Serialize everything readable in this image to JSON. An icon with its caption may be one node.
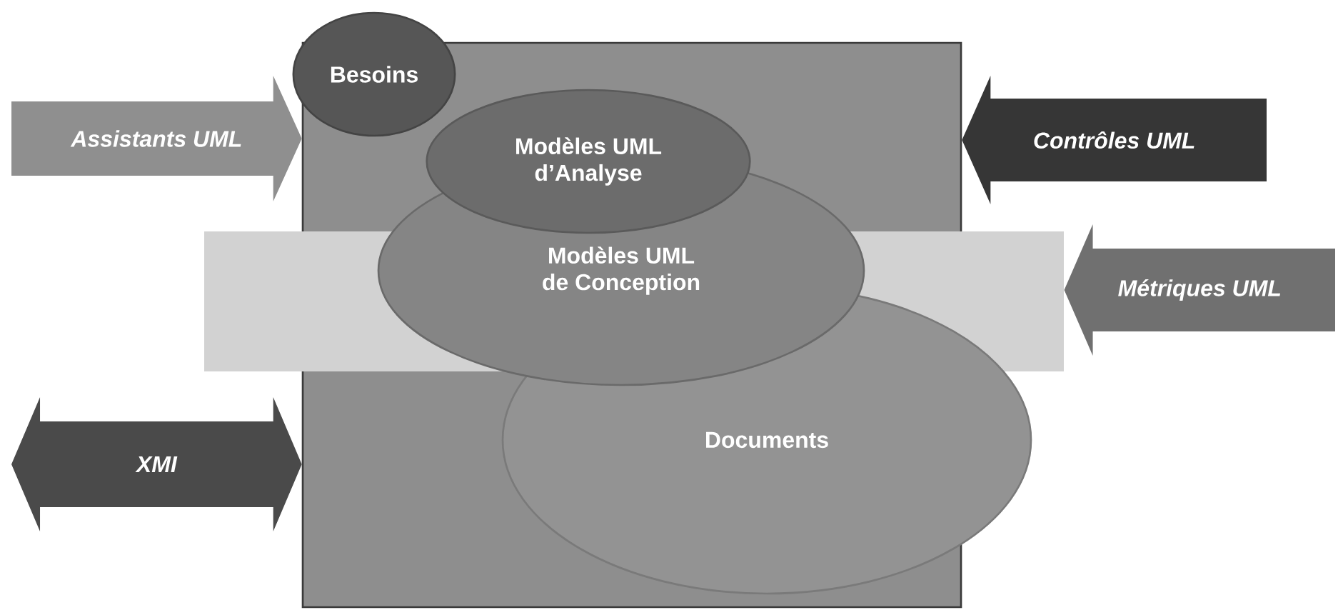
{
  "diagram": {
    "nodes": [
      {
        "text": [],
        "shape": "box"
      },
      {
        "text": [
          "Besoins"
        ]
      },
      {
        "text": [
          "Modèles UML d’Analyse"
        ],
        "in": 0
      },
      {
        "text": [
          "Modèles UML de Conception"
        ],
        "in": 0
      },
      {
        "text": [],
        "shape": "box"
      },
      {
        "text": [
          "Documents"
        ]
      }
    ],
    "edges": [
      {
        "from": null,
        "to": 0,
        "arrow": "to",
        "label": "Assistants UML",
        "color": "#8f8f8f"
      },
      {
        "from": null,
        "to": 0,
        "arrow": "to",
        "label": "Contrôles UML",
        "color": "#363636"
      },
      {
        "from": null,
        "to": 4,
        "arrow": "to",
        "label": "Métriques UML",
        "color": "#707070"
      },
      {
        "from": null,
        "to": 0,
        "arrow": "both",
        "label": "XMI",
        "color": "#4a4a4a"
      }
    ]
  }
}
